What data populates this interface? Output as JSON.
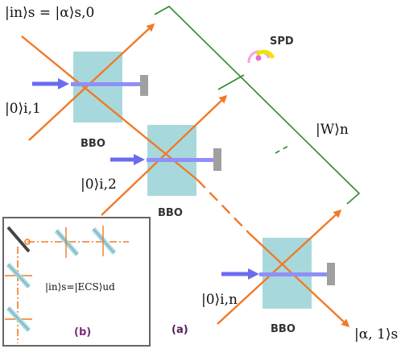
{
  "labels": {
    "input_state": "|in⟩s = |α⟩s,0",
    "output_state": "|α, 1⟩s",
    "vac_1": "|0⟩i,1",
    "vac_2": "|0⟩i,2",
    "vac_n": "|0⟩i,n",
    "w_state": "|W⟩n",
    "detector": "SPD",
    "crystal": "BBO",
    "inset_state": "|in⟩s=|ECS⟩ud",
    "panel_a": "(a)",
    "panel_b": "(b)"
  },
  "colors": {
    "orange_beam": "#f07a28",
    "pump_blue": "#6a6cf0",
    "crystal_fill": "#a7d9dc",
    "green_path": "#2e8a2e",
    "stopper": "#a0a0a0",
    "spd_yellow": "#f2e400",
    "spd_pink": "#f5a3e1",
    "inset_border": "#666666",
    "panel_b_text": "#7a2a7a"
  }
}
